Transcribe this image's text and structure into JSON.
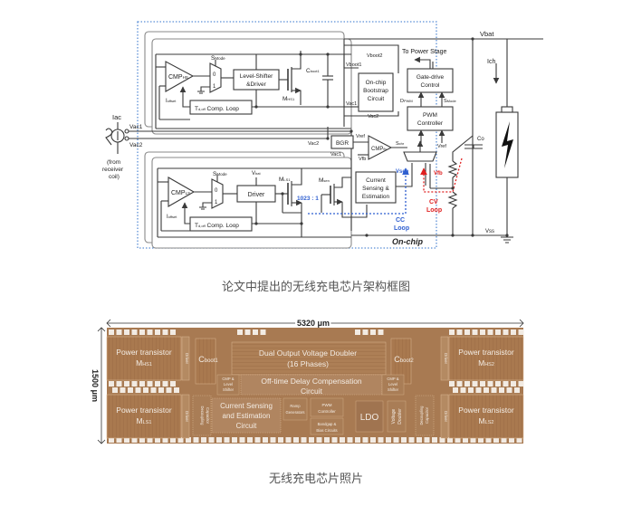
{
  "schematic": {
    "on_chip_label": "On-chip",
    "source": {
      "current": "Iac",
      "vac1": "Vac1",
      "vac2": "Vac2",
      "note_lines": [
        "(from",
        "receiver",
        "coil)"
      ]
    },
    "hs_stage": {
      "comparator": "CMP",
      "comparator_sub": "HS",
      "mux_select": "S",
      "mux_select_sub": "Mode",
      "mux_in0": "0",
      "mux_in1": "1",
      "driver": [
        "Level-Shifter",
        "&Driver"
      ],
      "offset": "I",
      "offset_sub": "offset",
      "comp_loop": "T",
      "comp_loop_sub": "d,off",
      "comp_loop_rest": " Comp. Loop",
      "transistor": "M",
      "transistor_sub": "HS1",
      "cboot": "C",
      "cboot_sub": "boot1"
    },
    "ls_stage": {
      "comparator": "CMP",
      "comparator_sub": "LS",
      "mux_select": "S",
      "mux_select_sub": "Mode",
      "mux_in0": "0",
      "mux_in1": "1",
      "driver": "Driver",
      "vbat": "V",
      "vbat_sub": "bat",
      "offset": "I",
      "offset_sub": "offset",
      "comp_loop": "T",
      "comp_loop_sub": "d,off",
      "comp_loop_rest": " Comp. Loop",
      "transistor": "M",
      "transistor_sub": "LS1",
      "sense_transistor": "M",
      "sense_transistor_sub": "sen",
      "ratio": "1023 : 1"
    },
    "bootstrap": {
      "lines": [
        "On-chip",
        "Bootstrap",
        "Circuit"
      ],
      "vboot1": "Vboot1",
      "vboot2": "Vboot2",
      "vac1": "Vac1",
      "vac2": "Vac2"
    },
    "bus_labels": {
      "vac2": "Vac2",
      "vac1": "Vac1"
    },
    "bgr": "BGR",
    "vref": "Vref",
    "vfb": "Vfb",
    "cmp_fb": "CMP",
    "cmp_fb_sub": "fb",
    "s_chr": "S",
    "s_chr_sub": "chr",
    "current_sensing": [
      "Current",
      "Sensing &",
      "Estimation"
    ],
    "vsen": "Vsen",
    "vfb_red": "Vfb",
    "cc_loop": [
      "CC",
      "Loop"
    ],
    "cv_loop": [
      "CV",
      "Loop"
    ],
    "pwm": [
      "PWM",
      "Controller"
    ],
    "gate_drive": [
      "Gate-drive",
      "Control"
    ],
    "d_pwm": "D",
    "d_pwm_sub": "PWM",
    "s_mode": "S",
    "s_mode_sub": "Mode",
    "vref2": "Vref",
    "to_power_stage": "To Power Stage",
    "vbat": "Vbat",
    "ich": "Ich",
    "co": "Co",
    "vss": "Vss",
    "colors": {
      "line": "#3a3a3a",
      "onchip_border": "#5b8fd6",
      "cc_loop": "#2f5fd0",
      "cv_loop": "#e02020"
    }
  },
  "caption_top": "论文中提出的无线充电芯片架构框图",
  "chip_photo": {
    "width_label": "5320 μm",
    "height_label": "1500 μm",
    "blocks": {
      "pt_hs1": [
        "Power transistor",
        "M",
        "HS1"
      ],
      "pt_ls1": [
        "Power transistor",
        "M",
        "LS1"
      ],
      "pt_hs2": [
        "Power transistor",
        "M",
        "HS2"
      ],
      "pt_ls2": [
        "Power transistor",
        "M",
        "LS2"
      ],
      "driver": "Driver",
      "cboot1": [
        "C",
        "boot1"
      ],
      "cboot2": [
        "C",
        "boot2"
      ],
      "doubler": [
        "Dual Output Voltage Doubler",
        "(16 Phases)"
      ],
      "offtime": [
        "Off-time Delay Compensation",
        "Circuit"
      ],
      "cmp_level": [
        "CMP &",
        "Level",
        "Shifter"
      ],
      "current_sensing": [
        "Current Sensing",
        "and Estimation",
        "Circuit"
      ],
      "ramp": [
        "Ramp",
        "Generators"
      ],
      "pwm": [
        "PWM",
        "Controller"
      ],
      "bandgap": [
        "Bandgap &",
        "Bias Circuits"
      ],
      "ldo": "LDO",
      "voltage_doubler": [
        "Voltage",
        "Doubler"
      ],
      "decoupling": [
        "Decoupling",
        "Capacitor"
      ]
    },
    "colors": {
      "die": "#a87a52",
      "block": "#b0855c",
      "pad": "#f2ebe3",
      "text": "#f3ece4",
      "border": "#d9b58f"
    }
  },
  "caption_bottom": "无线充电芯片照片"
}
